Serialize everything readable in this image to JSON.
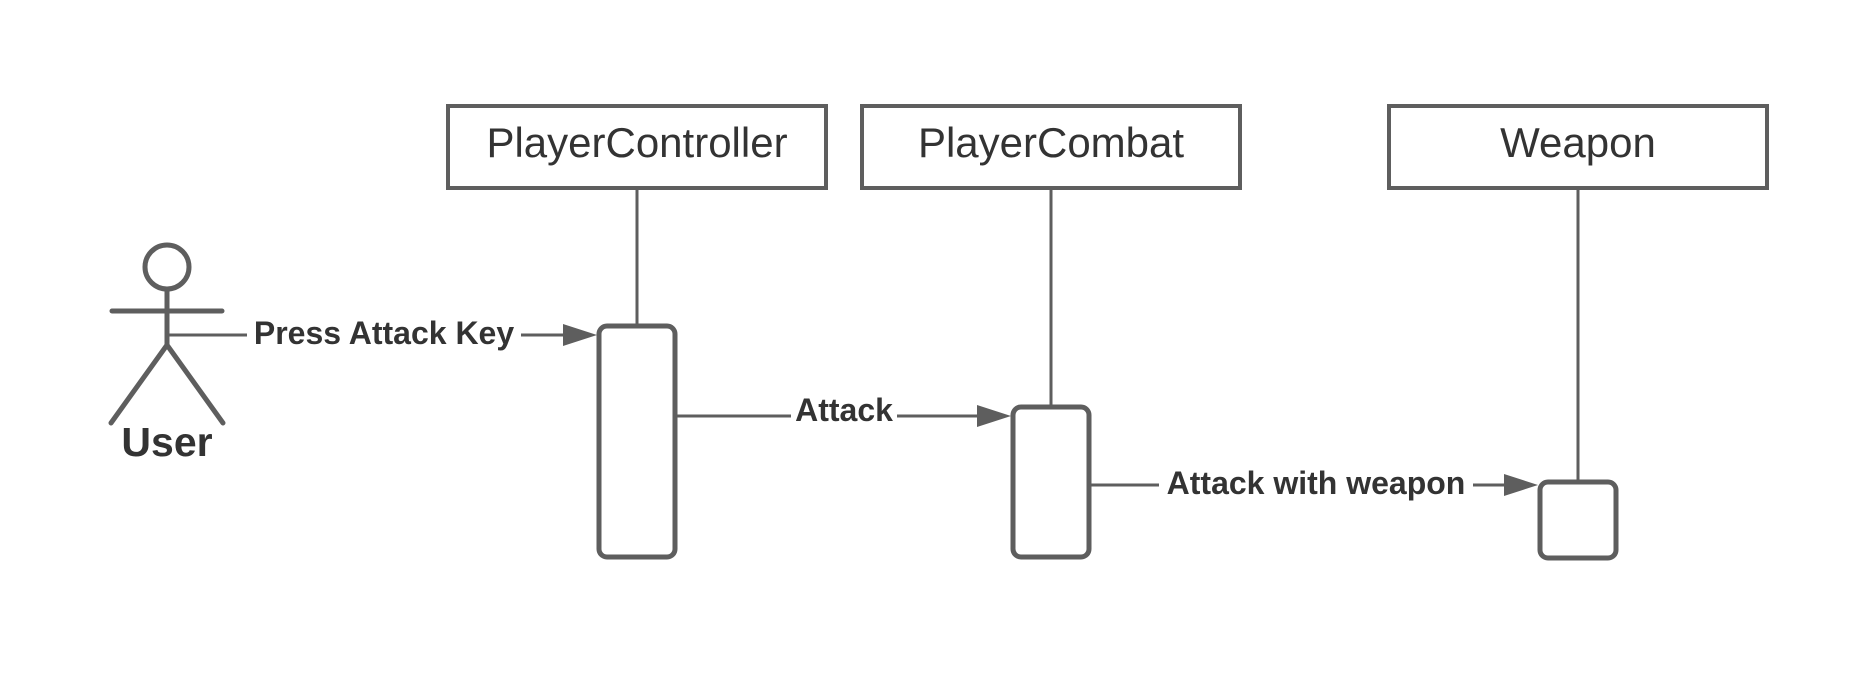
{
  "diagram": {
    "type": "sequence",
    "actor": {
      "label": "User"
    },
    "participants": [
      {
        "label": "PlayerController"
      },
      {
        "label": "PlayerCombat"
      },
      {
        "label": "Weapon"
      }
    ],
    "messages": [
      {
        "from": "User",
        "to": "PlayerController",
        "label": "Press Attack Key"
      },
      {
        "from": "PlayerController",
        "to": "PlayerCombat",
        "label": "Attack"
      },
      {
        "from": "PlayerCombat",
        "to": "Weapon",
        "label": "Attack with weapon"
      }
    ],
    "colors": {
      "stroke": "#5e5e5e",
      "text": "#333333",
      "background": "#ffffff"
    }
  }
}
